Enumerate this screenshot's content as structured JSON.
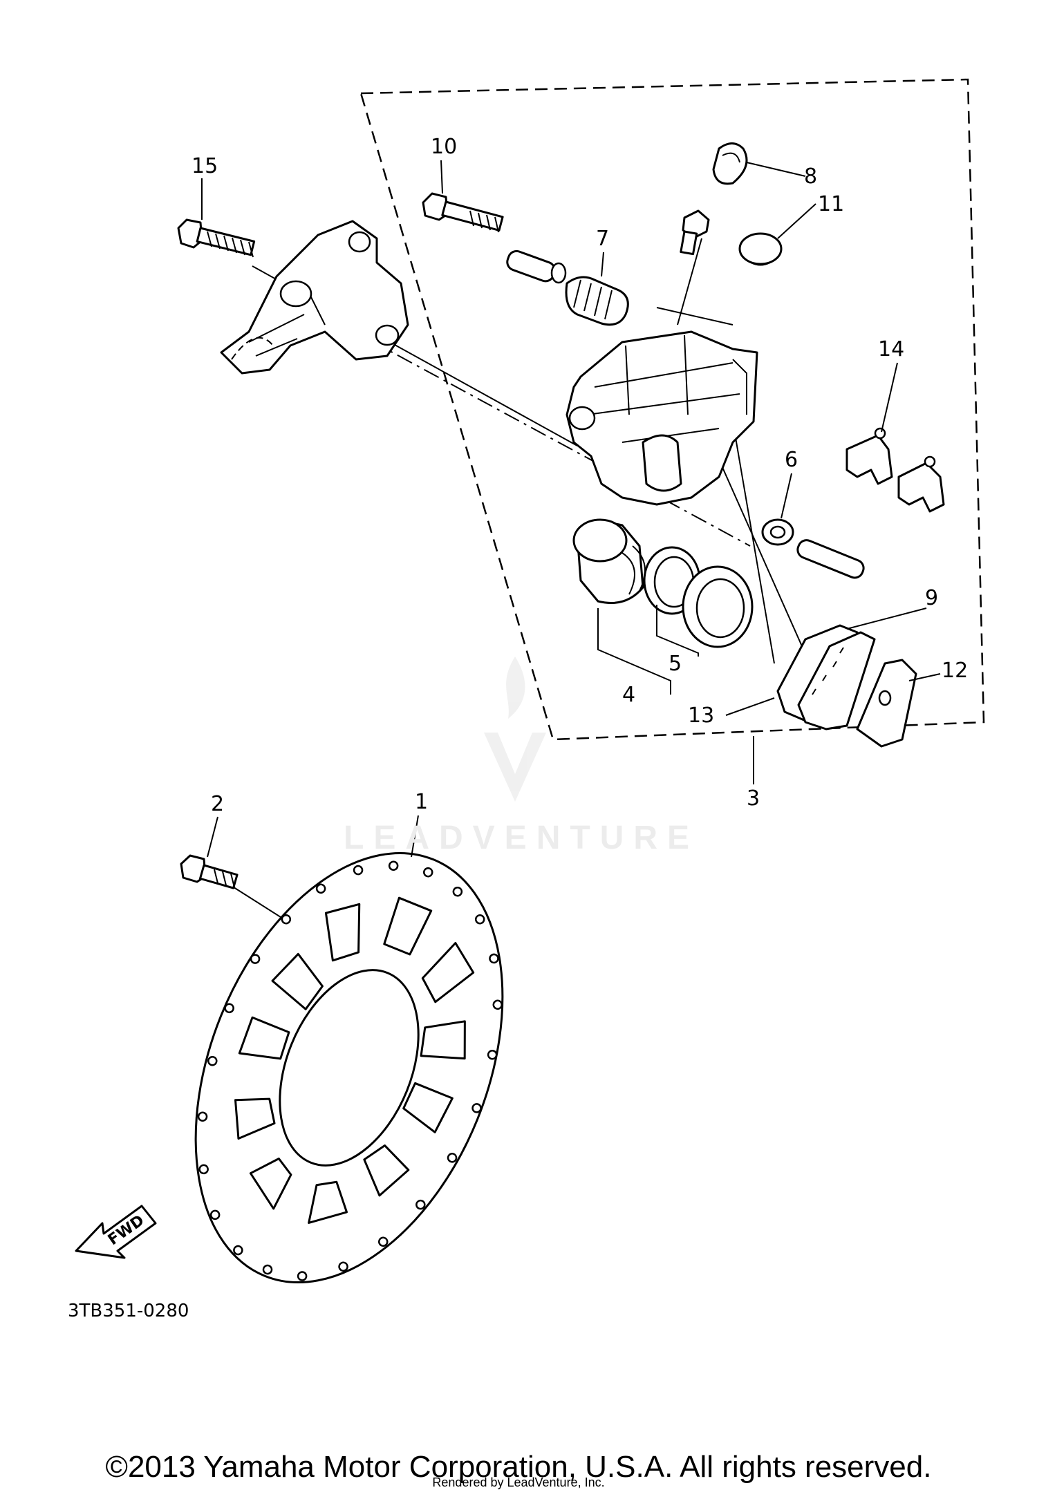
{
  "callouts": [
    "1",
    "2",
    "3",
    "4",
    "5",
    "6",
    "7",
    "8",
    "9",
    "10",
    "11",
    "12",
    "13",
    "14",
    "15"
  ],
  "orientation_badge": "FWD",
  "catalog_code": "3TB351-0280",
  "watermark": "LEADVENTURE",
  "copyright": "©2013 Yamaha Motor Corporation, U.S.A. All rights reserved.",
  "rendered_by": "Rendered by LeadVenture, Inc."
}
